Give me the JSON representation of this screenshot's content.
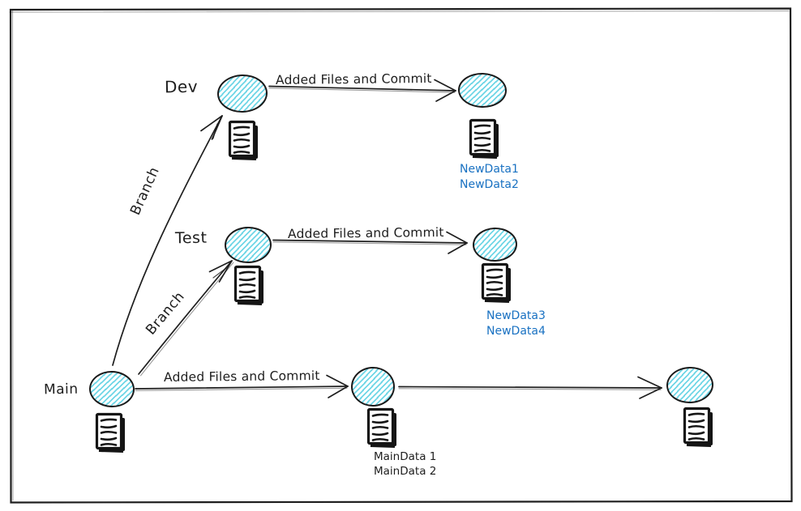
{
  "diagram_type": "git-branching-sketch",
  "colors": {
    "ink": "#1e1e1e",
    "node_hachure_fill": "#6fd6e6",
    "blue_label_text": "#1971c2",
    "background": "#ffffff"
  },
  "branch_labels": {
    "dev": "Dev",
    "test": "Test",
    "main": "Main"
  },
  "edge_labels": {
    "dev_commit": "Added Files and Commit",
    "test_commit": "Added Files and Commit",
    "main_commit": "Added Files and Commit",
    "branch_to_dev": "Branch",
    "branch_to_test": "Branch"
  },
  "commit_data": {
    "dev": [
      "NewData1",
      "NewData2"
    ],
    "test": [
      "NewData3",
      "NewData4"
    ],
    "main": [
      "MainData 1",
      "MainData 2"
    ]
  },
  "icons": {
    "document": "document-stack-icon"
  }
}
